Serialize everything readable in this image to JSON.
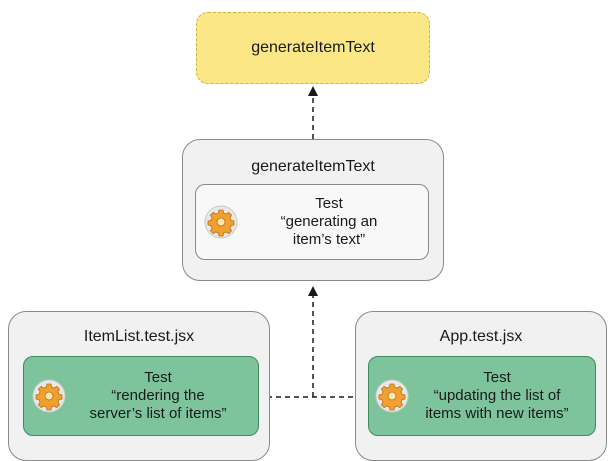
{
  "target": {
    "label": "generateItemText"
  },
  "middle": {
    "title": "generateItemText",
    "test": {
      "heading": "Test",
      "lines": [
        "“generating an",
        "item’s text”"
      ]
    }
  },
  "left": {
    "title": "ItemList.test.jsx",
    "test": {
      "heading": "Test",
      "lines": [
        "“rendering the",
        "server’s list of items”"
      ]
    }
  },
  "right": {
    "title": "App.test.jsx",
    "test": {
      "heading": "Test",
      "lines": [
        "“updating the list of",
        "items with new items”"
      ]
    }
  },
  "colors": {
    "target_fill": "#fbe786",
    "container_fill": "#f1f1f1",
    "test_green": "#7dc49d",
    "gear_orange": "#f0a030"
  },
  "icons": {
    "test_icon": "gear-icon"
  }
}
